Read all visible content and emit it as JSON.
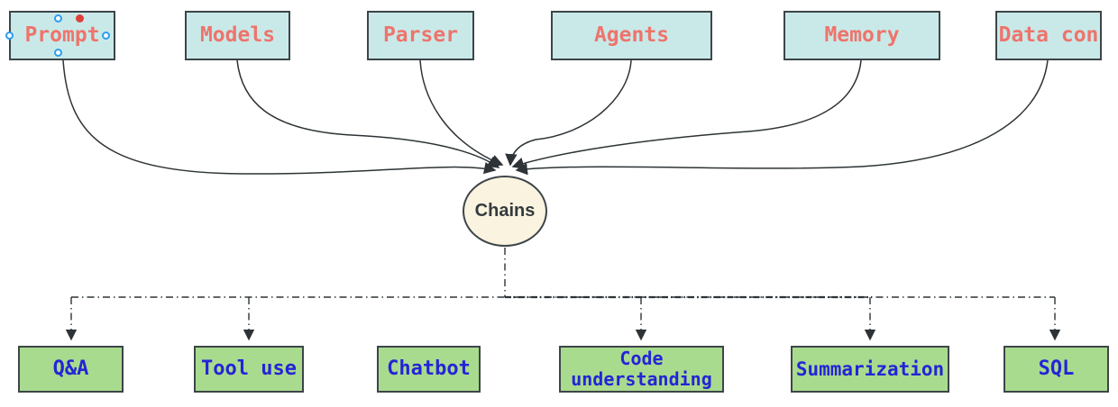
{
  "diagram": {
    "center_node": {
      "label": "Chains"
    },
    "top_nodes": [
      {
        "label": "Prompt",
        "selected": true
      },
      {
        "label": "Models",
        "selected": false
      },
      {
        "label": "Parser",
        "selected": false
      },
      {
        "label": "Agents",
        "selected": false
      },
      {
        "label": "Memory",
        "selected": false
      },
      {
        "label": "Data con",
        "selected": false
      }
    ],
    "bottom_nodes": [
      {
        "label": "Q&A"
      },
      {
        "label": "Tool use"
      },
      {
        "label": "Chatbot"
      },
      {
        "label": "Code understanding"
      },
      {
        "label": "Summarization"
      },
      {
        "label": "SQL"
      }
    ],
    "edges": {
      "into_center": [
        "Prompt",
        "Models",
        "Parser",
        "Agents",
        "Memory",
        "Data con"
      ],
      "out_of_center": [
        "Q&A",
        "Tool use",
        "Code understanding",
        "Summarization",
        "SQL"
      ],
      "out_style": "dash-dot"
    },
    "colors": {
      "top_node_fill": "#c9e9e8",
      "top_node_text": "#ee746c",
      "bottom_node_fill": "#a9db8e",
      "bottom_node_text": "#2424d6",
      "center_node_fill": "#faf3df",
      "node_border": "#3d4549",
      "edge": "#2d3336",
      "selection_handle_ring": "#2b9df0",
      "selection_handle_red": "#e04038",
      "background": "#ffffff"
    }
  }
}
